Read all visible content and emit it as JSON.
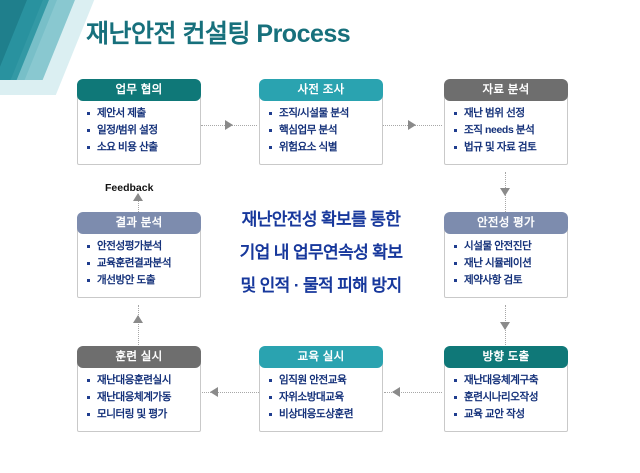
{
  "slide": {
    "title": "재난안전 컨설팅 Process",
    "title_color": "#17707c",
    "background": "#ffffff"
  },
  "decoration": {
    "name": "corner-parallelograms",
    "colors": [
      "#0f6e79",
      "#1f7f8c",
      "#2a93a0",
      "#7fc3cc",
      "#cfe9ee"
    ]
  },
  "center_message": {
    "color": "#17389c",
    "lines": [
      "재난안전성 확보를 통한",
      "기업 내 업무연속성 확보",
      "및 인적 · 물적 피해 방지"
    ]
  },
  "feedback_label": "Feedback",
  "steps": [
    {
      "id": "step-1",
      "header": "업무 협의",
      "header_color": "#0f7878",
      "items": [
        "제안서 제출",
        "일정/범위 설정",
        "소요 비용 산출"
      ]
    },
    {
      "id": "step-2",
      "header": "사전 조사",
      "header_color": "#2aa3b0",
      "items": [
        "조직/시설물 분석",
        "핵심업무 분석",
        "위험요소 식별"
      ]
    },
    {
      "id": "step-3",
      "header": "자료 분석",
      "header_color": "#6e6e6e",
      "items": [
        "재난 범위 선정",
        "조직 needs 분석",
        "법규 및 자료 검토"
      ]
    },
    {
      "id": "step-4",
      "header": "안전성 평가",
      "header_color": "#7d8cae",
      "items": [
        "시설물 안전진단",
        "재난 시뮬레이션",
        "제약사항 검토"
      ]
    },
    {
      "id": "step-5",
      "header": "방향 도출",
      "header_color": "#0f7878",
      "items": [
        "재난대응체계구축",
        "훈련시나리오작성",
        "교육 교안 작성"
      ]
    },
    {
      "id": "step-6",
      "header": "교육 실시",
      "header_color": "#2aa3b0",
      "items": [
        "임직원 안전교육",
        "자위소방대교육",
        "비상대응도상훈련"
      ]
    },
    {
      "id": "step-7",
      "header": "훈련 실시",
      "header_color": "#6e6e6e",
      "items": [
        "재난대응훈련실시",
        "재난대응체계가동",
        "모니터링 및 평가"
      ]
    },
    {
      "id": "step-8",
      "header": "결과 분석",
      "header_color": "#7d8cae",
      "items": [
        "안전성평가분석",
        "교육훈련결과분석",
        "개선방안 도출"
      ]
    }
  ],
  "connectors": [
    {
      "name": "step1-to-step2",
      "direction": "right"
    },
    {
      "name": "step2-to-step3",
      "direction": "right"
    },
    {
      "name": "step3-to-step4",
      "direction": "down"
    },
    {
      "name": "step4-to-step5",
      "direction": "down"
    },
    {
      "name": "step5-to-step6",
      "direction": "left"
    },
    {
      "name": "step6-to-step7",
      "direction": "left"
    },
    {
      "name": "step7-to-step8",
      "direction": "up"
    },
    {
      "name": "step8-to-feedback",
      "direction": "up"
    }
  ]
}
